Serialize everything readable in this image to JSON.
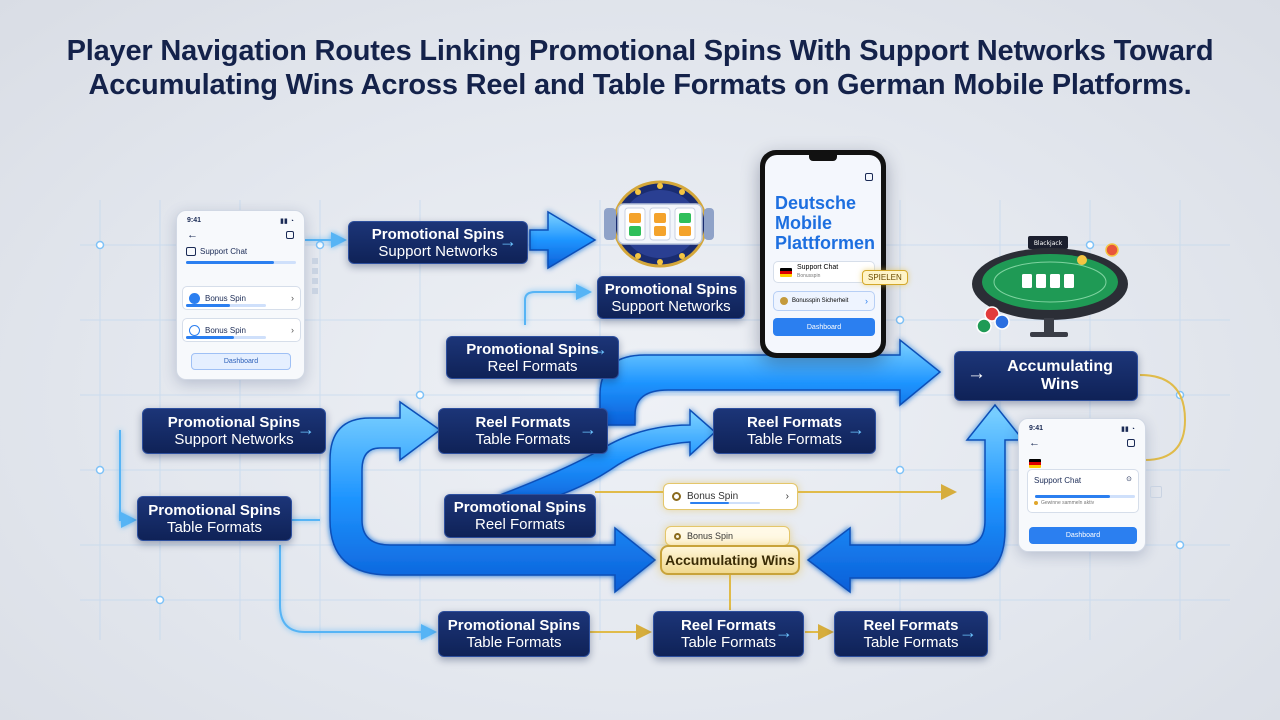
{
  "title": {
    "line1": "Player Navigation Routes Linking Promotional Spins With Support Networks Toward",
    "line2": "Accumulating Wins Across Reel and Table Formats on German Mobile Platforms."
  },
  "nodes": {
    "n1": {
      "l1": "Promotional Spins",
      "l2": "Support Networks"
    },
    "n2": {
      "l1": "Promotional Spins",
      "l2": "Support Networks"
    },
    "n3": {
      "l1": "Promotional Spins",
      "l2": "Reel Formats"
    },
    "n4": {
      "l1": "Promotional Spins",
      "l2": "Support Networks"
    },
    "n5": {
      "l1": "Reel Formats",
      "l2": "Table Formats"
    },
    "n6": {
      "l1": "Reel Formats",
      "l2": "Table Formats"
    },
    "n7": {
      "l1": "Promotional Spins",
      "l2": "Table Formats"
    },
    "n8": {
      "l1": "Promotional Spins",
      "l2": "Reel Formats"
    },
    "n9": {
      "l1": "Promotional Spins",
      "l2": "Table Formats"
    },
    "n10": {
      "l1": "Reel Formats",
      "l2": "Table Formats"
    },
    "n11": {
      "l1": "Reel Formats",
      "l2": "Table Formats"
    },
    "accum": {
      "l1": "Accumulating",
      "l2": "Wins"
    }
  },
  "gold": {
    "accum_label": "Accumulating Wins",
    "bonus_spin_1": "Bonus Spin",
    "bonus_spin_2": "Bonus Spin"
  },
  "left_phone": {
    "time": "9:41",
    "support_chat": "Support Chat",
    "bonus_spin_a": "Bonus Spin",
    "bonus_spin_b": "Bonus Spin",
    "button": "Dashboard",
    "support_progress": 0.8,
    "spin_a_progress": 0.55,
    "spin_b_progress": 0.6
  },
  "center_phone": {
    "heading_l1": "Deutsche",
    "heading_l2": "Mobile",
    "heading_l3": "Plattformen",
    "row1": "Support Chat",
    "row1_sub": "Bonusspin",
    "row2": "Bonusspin Sicherheit",
    "badge": "SPIELEN",
    "button": "Dashboard"
  },
  "right_phone": {
    "time": "9:41",
    "support_chat": "Support Chat",
    "status_line": "Gewinne sammeln aktiv",
    "button": "Dashboard",
    "support_progress": 0.75
  },
  "table_sign": "Blackjack",
  "colors": {
    "node_bg": "#14296a",
    "arrow_blue": "#2ea3ff",
    "gold": "#d6ad3d",
    "title": "#14224a"
  }
}
